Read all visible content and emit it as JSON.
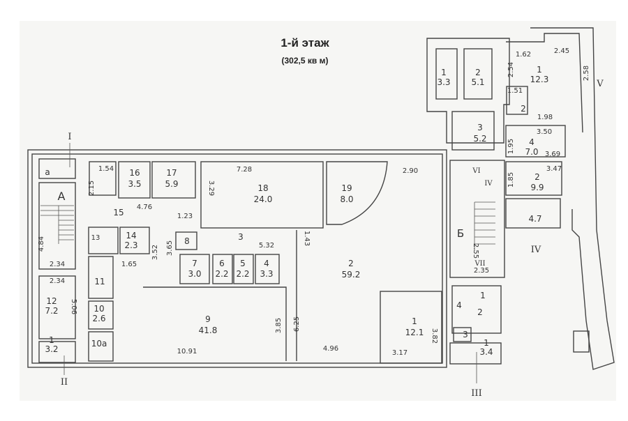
{
  "title": "1-й этаж",
  "subtitle": "(302,5 кв м)",
  "rooms": [
    {
      "num": "а"
    },
    {
      "num": "А"
    },
    {
      "num": "16",
      "area": "3.5"
    },
    {
      "num": "17",
      "area": "5.9"
    },
    {
      "num": "18",
      "area": "24.0"
    },
    {
      "num": "19",
      "area": "8.0"
    },
    {
      "num": "15"
    },
    {
      "num": "13"
    },
    {
      "num": "14",
      "area": "2.3"
    },
    {
      "num": "8"
    },
    {
      "num": "3"
    },
    {
      "num": "7",
      "area": "3.0"
    },
    {
      "num": "6",
      "area": "2.2"
    },
    {
      "num": "5",
      "area": "2.2"
    },
    {
      "num": "4",
      "area": "3.3"
    },
    {
      "num": "2",
      "area": "59.2"
    },
    {
      "num": "11"
    },
    {
      "num": "12",
      "area": "7.2"
    },
    {
      "num": "10",
      "area": "2.6"
    },
    {
      "num": "10а"
    },
    {
      "num": "1",
      "area": "3.2"
    },
    {
      "num": "9",
      "area": "41.8"
    },
    {
      "num": "1",
      "area": "12.1"
    },
    {
      "num": "1",
      "area": "3.3"
    },
    {
      "num": "2",
      "area": "5.1"
    },
    {
      "num": "1",
      "area": "12.3"
    },
    {
      "num": "2"
    },
    {
      "num": "3",
      "area": "5.2"
    },
    {
      "num": "4",
      "area": "7.0"
    },
    {
      "num": "2",
      "area": "9.9"
    },
    {
      "num": "",
      "area": "4.7"
    },
    {
      "num": "Б"
    },
    {
      "num": "1"
    },
    {
      "num": "2"
    },
    {
      "num": "4"
    },
    {
      "num": "3"
    },
    {
      "num": "1",
      "area": "3.4"
    }
  ],
  "dimensions": [
    "1.54",
    "2.15",
    "4.76",
    "7.28",
    "3.29",
    "1.23",
    "4.84",
    "2.34",
    "2.34",
    "5.06",
    "1.65",
    "3.52",
    "3.65",
    "5.32",
    "1.43",
    "3.85",
    "6.25",
    "10.91",
    "4.96",
    "3.17",
    "3.82",
    "2.90",
    "1.62",
    "2.45",
    "2.54",
    "2.58",
    "1.51",
    "1.98",
    "3.50",
    "1.95",
    "3.69",
    "3.47",
    "1.85",
    "2.55",
    "2.35"
  ],
  "sections": [
    "I",
    "II",
    "III",
    "IV",
    "V",
    "VI",
    "IV",
    "VII"
  ]
}
